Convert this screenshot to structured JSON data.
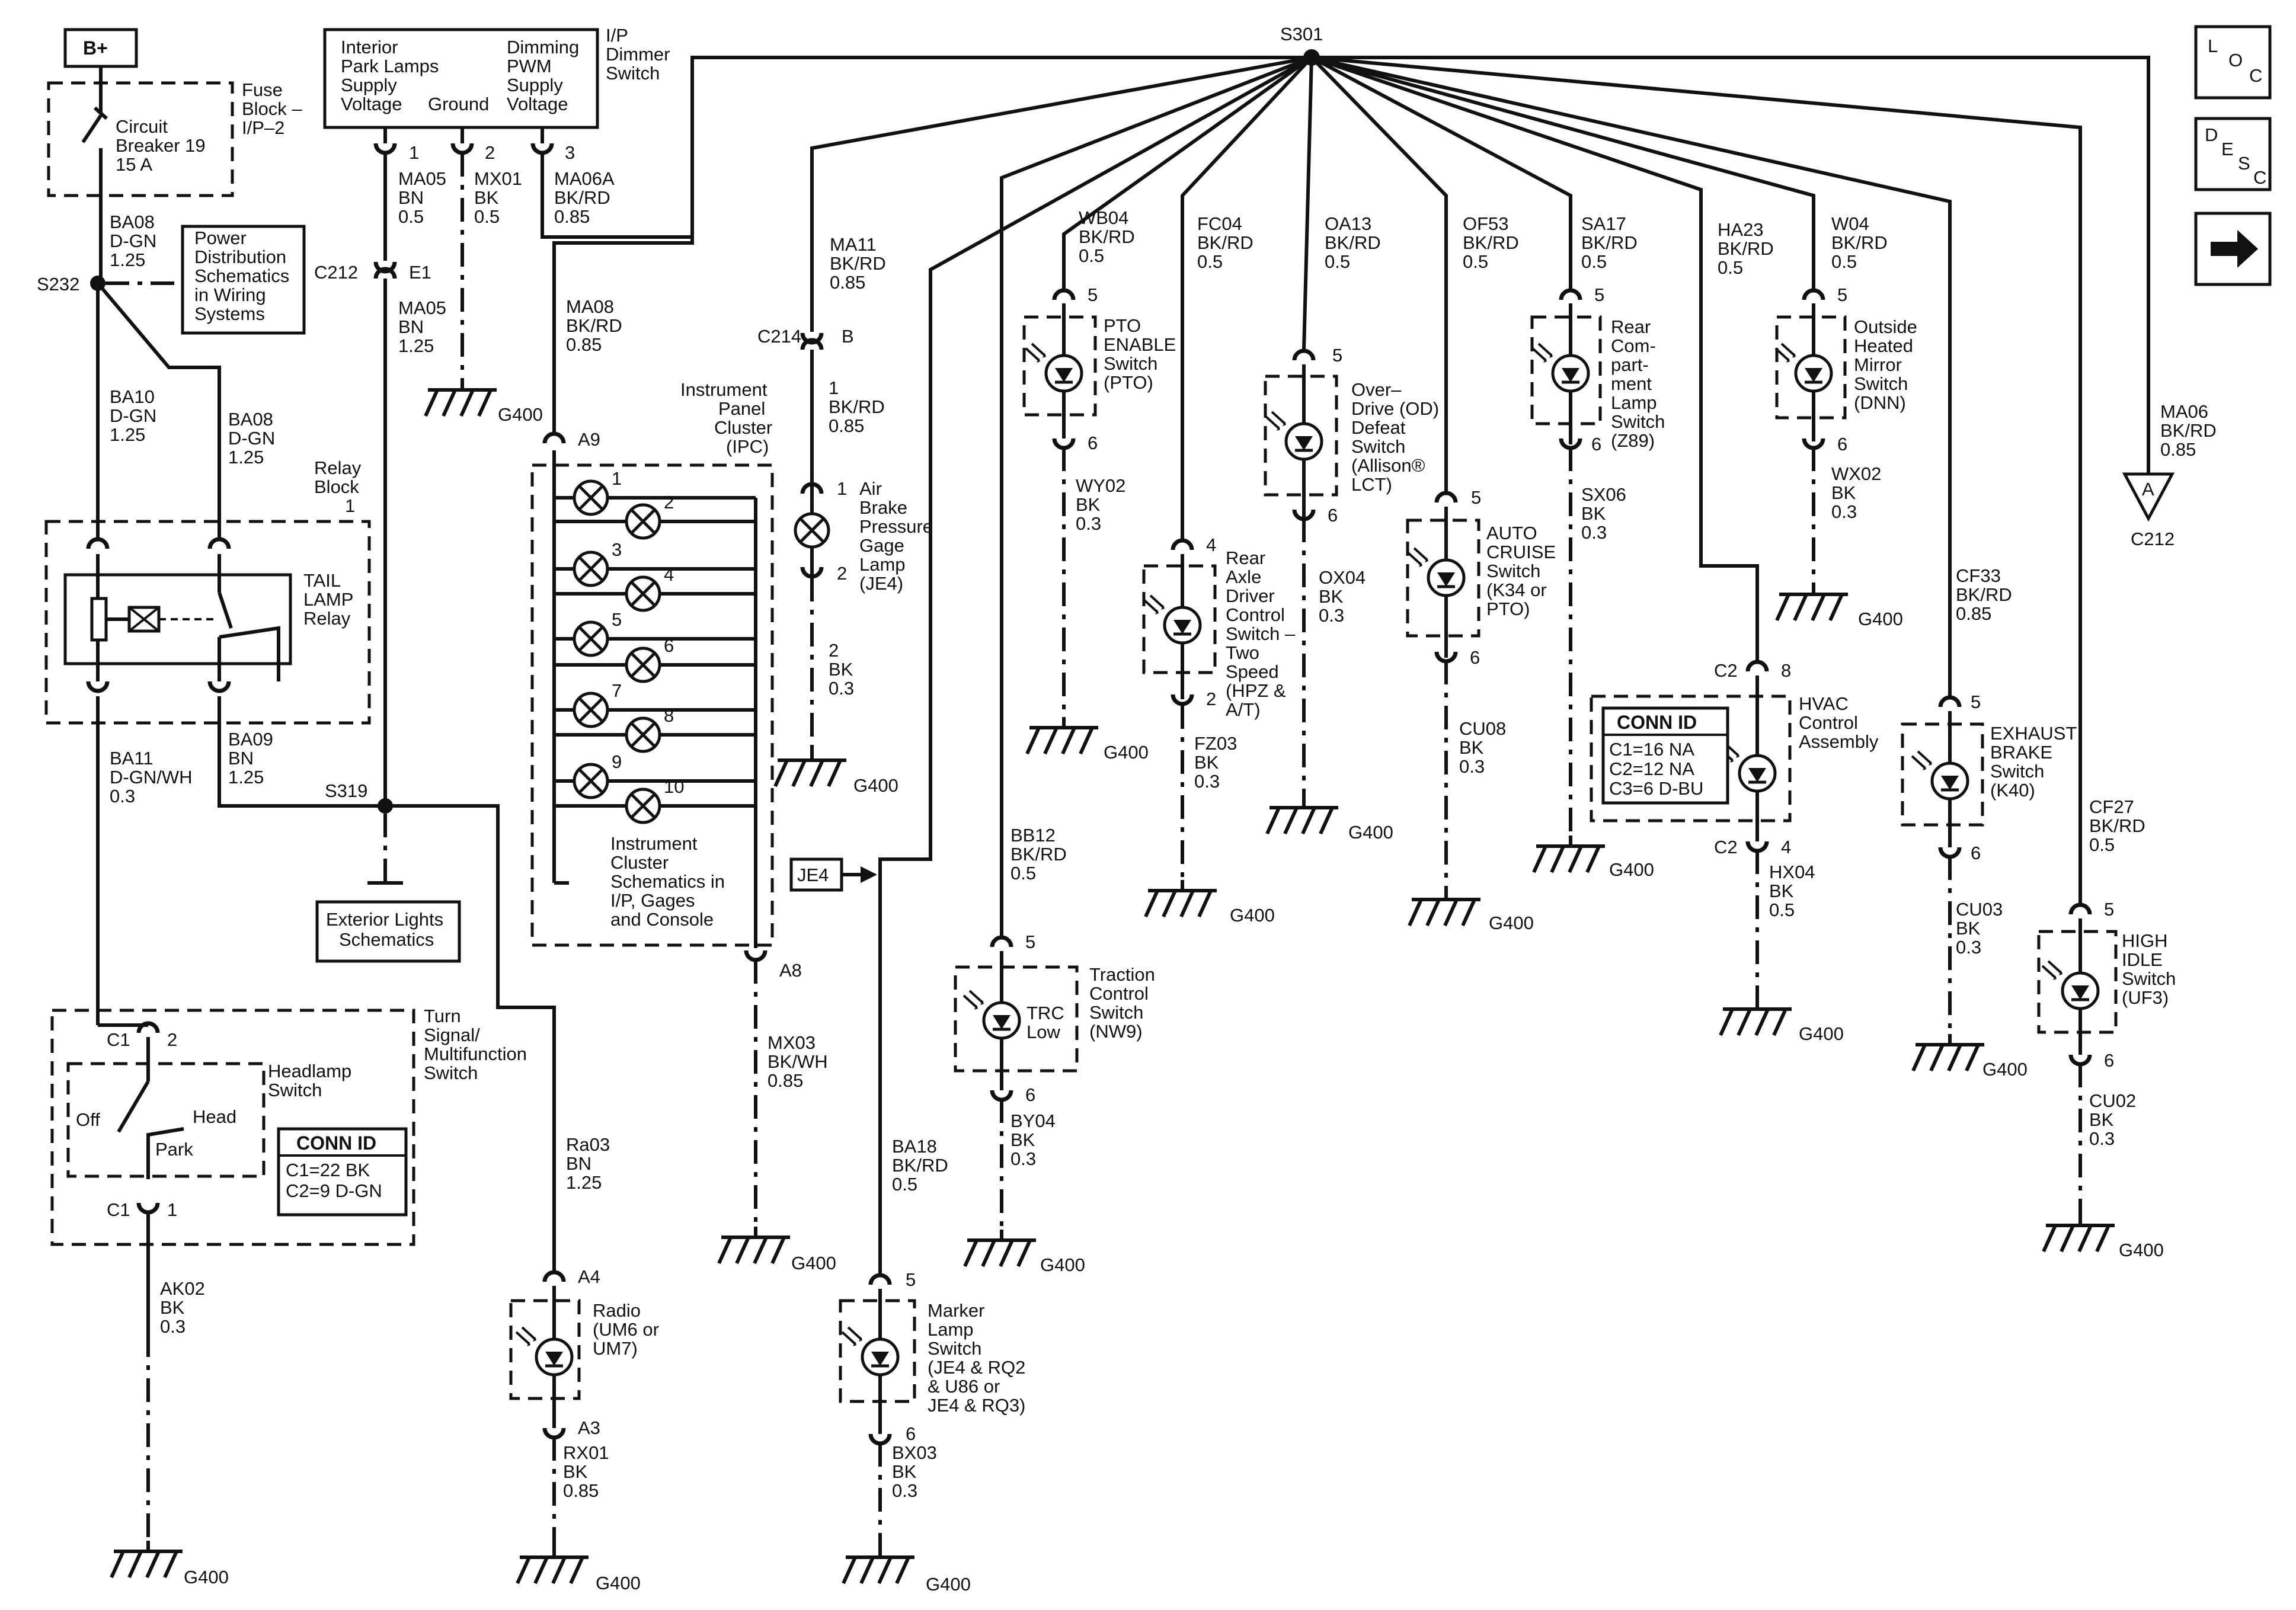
{
  "splice_main": "S301",
  "supply": {
    "battery": "B+",
    "fuse_block": [
      "Fuse",
      "Block –",
      "I/P–2"
    ],
    "breaker": [
      "Circuit",
      "Breaker 19",
      "15 A"
    ],
    "wire_ba08": [
      "BA08",
      "D-GN",
      "1.25"
    ],
    "splice_s232": "S232",
    "power_ref": [
      "Power",
      "Distribution",
      "Schematics",
      "in Wiring",
      "Systems"
    ],
    "wire_ba10": [
      "BA10",
      "D-GN",
      "1.25"
    ],
    "wire_ba08b": [
      "BA08",
      "D-GN",
      "1.25"
    ],
    "relay_block": [
      "Relay",
      "Block",
      "1"
    ],
    "relay_name": [
      "TAIL",
      "LAMP",
      "Relay"
    ],
    "wire_ba11": [
      "BA11",
      "D-GN/WH",
      "0.3"
    ],
    "wire_ba09": [
      "BA09",
      "BN",
      "1.25"
    ],
    "splice_s319": "S319",
    "ext_lights": [
      "Exterior Lights",
      "Schematics"
    ]
  },
  "dimmer": {
    "col1": [
      "Interior",
      "Park Lamps",
      "Supply",
      "Voltage"
    ],
    "col2": "Ground",
    "col3": [
      "Dimming",
      "PWM",
      "Supply",
      "Voltage"
    ],
    "name": [
      "I/P",
      "Dimmer",
      "Switch"
    ],
    "pins": [
      "1",
      "2",
      "3"
    ],
    "wire_ma05": [
      "MA05",
      "BN",
      "0.5"
    ],
    "wire_mx01": [
      "MX01",
      "BK",
      "0.5"
    ],
    "wire_ma06a": [
      "MA06A",
      "BK/RD",
      "0.85"
    ],
    "conn": "C212",
    "conn_pin": "E1",
    "wire_ma05b": [
      "MA05",
      "BN",
      "1.25"
    ],
    "ground": "G400"
  },
  "turn_switch": {
    "name": [
      "Turn",
      "Signal/",
      "Multifunction",
      "Switch"
    ],
    "headlamp": [
      "Headlamp",
      "Switch"
    ],
    "c1_top": [
      "C1",
      "2"
    ],
    "c1_bot": [
      "C1",
      "1"
    ],
    "off": "Off",
    "park": "Park",
    "head": "Head",
    "conn_title": "CONN ID",
    "conn_lines": [
      "C1=22 BK",
      "C2=9 D-GN"
    ],
    "wire_ak02": [
      "AK02",
      "BK",
      "0.3"
    ],
    "ground": "G400"
  },
  "ipc": {
    "wire_ma08": [
      "MA08",
      "BK/RD",
      "0.85"
    ],
    "pin_a9": "A9",
    "name": [
      "Instrument",
      "Panel",
      "Cluster",
      "(IPC)"
    ],
    "lamps": [
      "1",
      "2",
      "3",
      "4",
      "5",
      "6",
      "7",
      "8",
      "9",
      "10"
    ],
    "ref": [
      "Instrument",
      "Cluster",
      "Schematics in",
      "I/P, Gages",
      "and Console"
    ],
    "pin_a8": "A8",
    "wire_mx03": [
      "MX03",
      "BK/WH",
      "0.85"
    ],
    "ground": "G400"
  },
  "radio": {
    "wire_ra03": [
      "Ra03",
      "BN",
      "1.25"
    ],
    "pin_top": "A4",
    "name": [
      "Radio",
      "(UM6 or",
      "UM7)"
    ],
    "pin_bot": "A3",
    "wire_rx01": [
      "RX01",
      "BK",
      "0.85"
    ],
    "ground": "G400"
  },
  "air_brake": {
    "wire_ma11": [
      "MA11",
      "BK/RD",
      "0.85"
    ],
    "conn": "C214",
    "conn_pin": "B",
    "wire_1": [
      "1",
      "BK/RD",
      "0.85"
    ],
    "pin_top": "1",
    "name": [
      "Air",
      "Brake",
      "Pressure",
      "Gage",
      "Lamp",
      "(JE4)"
    ],
    "pin_bot": "2",
    "wire_2": [
      "2",
      "BK",
      "0.3"
    ],
    "ground": "G400"
  },
  "je4_tag": "JE4",
  "marker": {
    "wire_ba18": [
      "BA18",
      "BK/RD",
      "0.5"
    ],
    "pin_top": "5",
    "name": [
      "Marker",
      "Lamp",
      "Switch",
      "(JE4 & RQ2",
      "& U86 or",
      "JE4 & RQ3)"
    ],
    "pin_bot": "6",
    "wire_bx03": [
      "BX03",
      "BK",
      "0.3"
    ],
    "ground": "G400"
  },
  "traction": {
    "wire_bb12": [
      "BB12",
      "BK/RD",
      "0.5"
    ],
    "pin_top": "5",
    "name": [
      "Traction",
      "Control",
      "Switch",
      "(NW9)"
    ],
    "inner": [
      "TRC",
      "Low"
    ],
    "pin_bot": "6",
    "wire_by04": [
      "BY04",
      "BK",
      "0.3"
    ],
    "ground": "G400"
  },
  "pto": {
    "wire_wb04": [
      "WB04",
      "BK/RD",
      "0.5"
    ],
    "pin_top": "5",
    "name": [
      "PTO",
      "ENABLE",
      "Switch",
      "(PTO)"
    ],
    "pin_bot": "6",
    "wire_wy02": [
      "WY02",
      "BK",
      "0.3"
    ],
    "ground": "G400"
  },
  "rear_axle": {
    "wire_fc04": [
      "FC04",
      "BK/RD",
      "0.5"
    ],
    "pin_top": "4",
    "name": [
      "Rear",
      "Axle",
      "Driver",
      "Control",
      "Switch –",
      "Two",
      "Speed",
      "(HPZ &",
      "A/T)"
    ],
    "pin_bot": "2",
    "wire_fz03": [
      "FZ03",
      "BK",
      "0.3"
    ],
    "ground": "G400"
  },
  "overdrive": {
    "wire_oa13": [
      "OA13",
      "BK/RD",
      "0.5"
    ],
    "pin_top": "5",
    "name": [
      "Over–",
      "Drive (OD)",
      "Defeat",
      "Switch",
      "(Allison®",
      "LCT)"
    ],
    "pin_bot": "6",
    "wire_ox04": [
      "OX04",
      "BK",
      "0.3"
    ],
    "ground": "G400"
  },
  "cruise": {
    "wire_of53": [
      "OF53",
      "BK/RD",
      "0.5"
    ],
    "pin_top": "5",
    "name": [
      "AUTO",
      "CRUISE",
      "Switch",
      "(K34 or",
      "PTO)"
    ],
    "pin_bot": "6",
    "wire_cu08": [
      "CU08",
      "BK",
      "0.3"
    ],
    "ground": "G400"
  },
  "rear_comp": {
    "wire_sa17": [
      "SA17",
      "BK/RD",
      "0.5"
    ],
    "pin_top": "5",
    "name": [
      "Rear",
      "Com-",
      "part-",
      "ment",
      "Lamp",
      "Switch",
      "(Z89)"
    ],
    "pin_bot": "6",
    "wire_sx06": [
      "SX06",
      "BK",
      "0.3"
    ],
    "ground": "G400"
  },
  "hvac": {
    "wire_ha23": [
      "HA23",
      "BK/RD",
      "0.5"
    ],
    "c2_top": [
      "C2",
      "8"
    ],
    "name": [
      "HVAC",
      "Control",
      "Assembly"
    ],
    "conn_title": "CONN ID",
    "conn_lines": [
      "C1=16 NA",
      "C2=12 NA",
      "C3=6 D-BU"
    ],
    "c2_bot": [
      "C2",
      "4"
    ],
    "wire_hx04": [
      "HX04",
      "BK",
      "0.5"
    ],
    "ground": "G400"
  },
  "mirror": {
    "wire_w04": [
      "W04",
      "BK/RD",
      "0.5"
    ],
    "pin_top": "5",
    "name": [
      "Outside",
      "Heated",
      "Mirror",
      "Switch",
      "(DNN)"
    ],
    "pin_bot": "6",
    "wire_wx02": [
      "WX02",
      "BK",
      "0.3"
    ],
    "ground": "G400"
  },
  "exhaust": {
    "wire_cf33": [
      "CF33",
      "BK/RD",
      "0.85"
    ],
    "pin_top": "5",
    "name": [
      "EXHAUST",
      "BRAKE",
      "Switch",
      "(K40)"
    ],
    "pin_bot": "6",
    "wire_cu03": [
      "CU03",
      "BK",
      "0.3"
    ],
    "ground": "G400"
  },
  "high_idle": {
    "wire_cf27": [
      "CF27",
      "BK/RD",
      "0.5"
    ],
    "pin_top": "5",
    "name": [
      "HIGH",
      "IDLE",
      "Switch",
      "(UF3)"
    ],
    "pin_bot": "6",
    "wire_cu02": [
      "CU02",
      "BK",
      "0.3"
    ],
    "ground": "G400"
  },
  "ma06": {
    "wire": [
      "MA06",
      "BK/RD",
      "0.85"
    ],
    "tri": "A",
    "conn": "C212"
  },
  "nav": {
    "loc": [
      "L",
      "O",
      "C"
    ],
    "desc": [
      "D",
      "E",
      "S",
      "C"
    ]
  }
}
